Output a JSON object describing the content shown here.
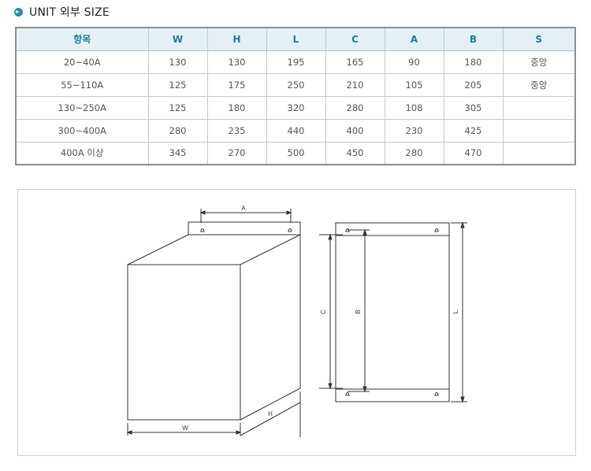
{
  "heading": {
    "title": "UNIT 외부 SIZE"
  },
  "table": {
    "headers": [
      "항목",
      "W",
      "H",
      "L",
      "C",
      "A",
      "B",
      "S"
    ],
    "rows": [
      [
        "20~40A",
        "130",
        "130",
        "195",
        "165",
        "90",
        "180",
        "중앙"
      ],
      [
        "55~110A",
        "125",
        "175",
        "250",
        "210",
        "105",
        "205",
        "중앙"
      ],
      [
        "130~250A",
        "125",
        "180",
        "320",
        "280",
        "108",
        "305",
        ""
      ],
      [
        "300~400A",
        "280",
        "235",
        "440",
        "400",
        "230",
        "425",
        ""
      ],
      [
        "400A 이상",
        "345",
        "270",
        "500",
        "450",
        "280",
        "470",
        ""
      ]
    ]
  },
  "diagram": {
    "labels": {
      "a": "A",
      "b": "B",
      "c": "C",
      "l": "L",
      "w": "W",
      "h": "H"
    }
  },
  "colors": {
    "accent": "#1a91ad",
    "header_bg": "#e3f1f4",
    "header_text": "#1e7e99"
  }
}
